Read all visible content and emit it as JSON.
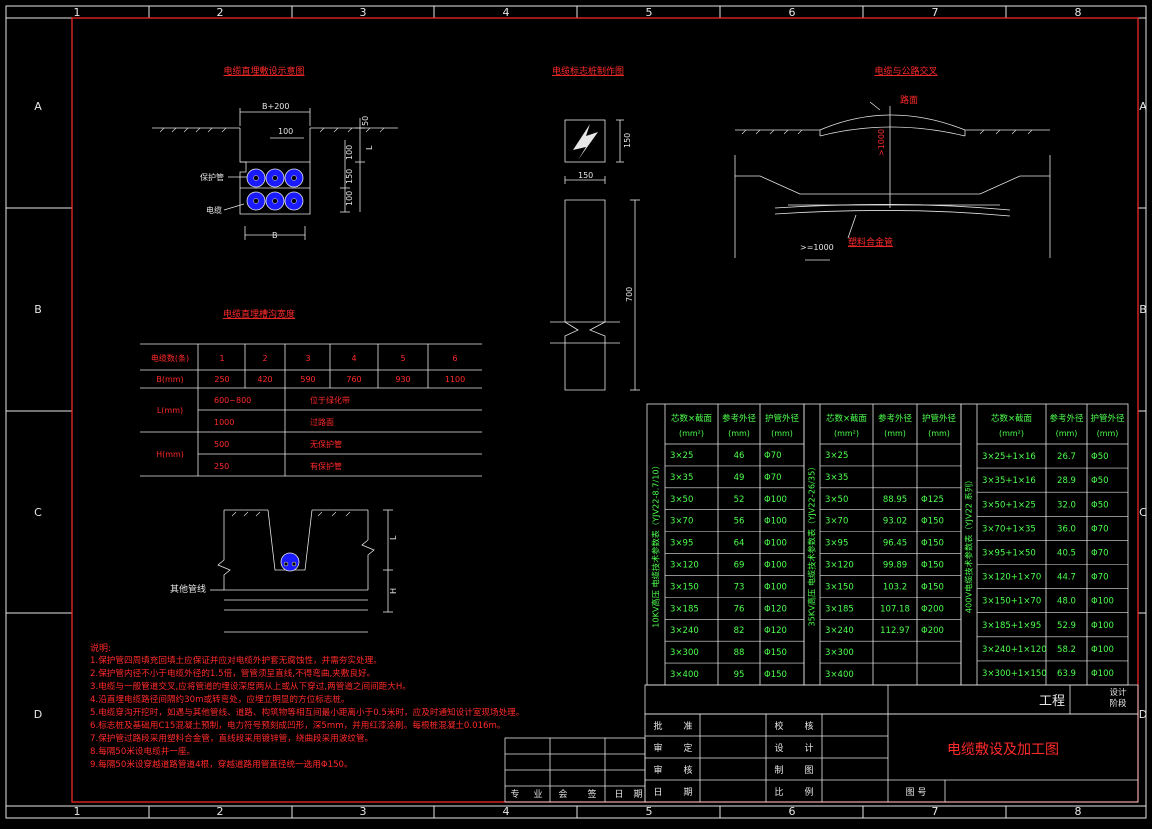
{
  "grid": {
    "columns": [
      "1",
      "2",
      "3",
      "4",
      "5",
      "6",
      "7",
      "8"
    ],
    "rows": [
      "A",
      "B",
      "C",
      "D"
    ]
  },
  "colors": {
    "frame": "#ff2a2a",
    "line": "#e6e6e6",
    "title": "#ff2a2a",
    "table_text": "#4dff4d",
    "pipe": "#1a1aff"
  },
  "section1": {
    "title": "电缆直埋敷设示意图",
    "dim_top": "B+200",
    "dim_100": "100",
    "dim_50": "50",
    "dim_L": "L",
    "dim_v1": "100",
    "dim_v2": "150",
    "dim_v3": "100",
    "label_pipe": "保护管",
    "label_cable": "电缆",
    "dim_B": "B"
  },
  "section2": {
    "title": "电缆标志桩制作图",
    "dim_150a": "150",
    "dim_150b": "150",
    "dim_700": "700"
  },
  "section3": {
    "title": "电缆与公路交叉",
    "label_road": "路面",
    "dim_1000v": ">1000",
    "dim_1000h": ">=1000",
    "label_pipe": "塑料合金管"
  },
  "trench": {
    "title": "电缆直埋槽沟宽度",
    "h_count": "电缆数(条)",
    "counts": [
      "1",
      "2",
      "3",
      "4",
      "5",
      "6"
    ],
    "h_B": "B(mm)",
    "widths": [
      "250",
      "420",
      "590",
      "760",
      "930",
      "1100"
    ],
    "h_L": "L(mm)",
    "L_rows": [
      {
        "v": "600~800",
        "d": "位于绿化带"
      },
      {
        "v": "1000",
        "d": "过路面"
      }
    ],
    "h_H": "H(mm)",
    "H_rows": [
      {
        "v": "500",
        "d": "无保护管"
      },
      {
        "v": "250",
        "d": "有保护管"
      }
    ]
  },
  "crossing": {
    "label_other": "其他管线",
    "dim_L": "L",
    "dim_H": "H"
  },
  "notes": {
    "title": "说明:",
    "items": [
      "1.保护管四周填充回填土应保证并应对电缆外护套无腐蚀性，并需夯实处理。",
      "2.保护管内径不小于电缆外径的1.5倍，管管须呈直线,不得弯曲,夹敷良好。",
      "3.电缆与一般管道交叉,应将管道的埋设深度两从上或从下穿过,两管道之间间距大H。",
      "4.沿直埋电缆路径间隔约30m或转弯处，应埋立明显的方位标志桩。",
      "5.电缆穿沟开挖时，如遇与其他管线、道路、构筑物等相互间最小距离小于0.5米时，应及时通知设计室现场处理。",
      "6.标志桩及基础用C15混凝土预制，电力符号预刻成凹形，深5mm，并用红漆涂刷。每根桩混凝土0.016m。",
      "7.保护管过路段采用塑料合金管，直线段采用镀锌管，绕曲段采用波纹管。",
      "8.每隔50米设电缆井一座。",
      "9.每隔50米设穿越道路管道4根，穿越道路用管直径统一选用Φ150。"
    ]
  },
  "cable_table": {
    "headers": [
      "芯数×截面",
      "参考外径",
      "护管外径"
    ],
    "units1": [
      "(mm²)",
      "(mm)",
      "(mm)"
    ],
    "units2": [
      "(mm²)",
      "(mm)",
      "(mm)"
    ],
    "units3": [
      "(mm²)",
      "(mm)",
      "(mm)"
    ],
    "group1_label": "10KV高压 电缆技术参数表（YJV22-8.7/10）",
    "group2_label": "35KV高压 电缆技术参数表（YJV22-26/35）",
    "group3_label": "400V电缆技术参数表（YJV22 系列）",
    "group1": [
      [
        "3×25",
        "46",
        "Φ70"
      ],
      [
        "3×35",
        "49",
        "Φ70"
      ],
      [
        "3×50",
        "52",
        "Φ100"
      ],
      [
        "3×70",
        "56",
        "Φ100"
      ],
      [
        "3×95",
        "64",
        "Φ100"
      ],
      [
        "3×120",
        "69",
        "Φ100"
      ],
      [
        "3×150",
        "73",
        "Φ100"
      ],
      [
        "3×185",
        "76",
        "Φ120"
      ],
      [
        "3×240",
        "82",
        "Φ120"
      ],
      [
        "3×300",
        "88",
        "Φ150"
      ],
      [
        "3×400",
        "95",
        "Φ150"
      ]
    ],
    "group2": [
      [
        "3×25",
        "",
        ""
      ],
      [
        "3×35",
        "",
        ""
      ],
      [
        "3×50",
        "88.95",
        "Φ125"
      ],
      [
        "3×70",
        "93.02",
        "Φ150"
      ],
      [
        "3×95",
        "96.45",
        "Φ150"
      ],
      [
        "3×120",
        "99.89",
        "Φ150"
      ],
      [
        "3×150",
        "103.2",
        "Φ150"
      ],
      [
        "3×185",
        "107.18",
        "Φ200"
      ],
      [
        "3×240",
        "112.97",
        "Φ200"
      ],
      [
        "3×300",
        "",
        ""
      ],
      [
        "3×400",
        "",
        ""
      ]
    ],
    "group3": [
      [
        "3×25+1×16",
        "26.7",
        "Φ50"
      ],
      [
        "3×35+1×16",
        "28.9",
        "Φ50"
      ],
      [
        "3×50+1×25",
        "32.0",
        "Φ50"
      ],
      [
        "3×70+1×35",
        "36.0",
        "Φ70"
      ],
      [
        "3×95+1×50",
        "40.5",
        "Φ70"
      ],
      [
        "3×120+1×70",
        "44.7",
        "Φ70"
      ],
      [
        "3×150+1×70",
        "48.0",
        "Φ100"
      ],
      [
        "3×185+1×95",
        "52.9",
        "Φ100"
      ],
      [
        "3×240+1×120",
        "58.2",
        "Φ100"
      ],
      [
        "3×300+1×150",
        "63.9",
        "Φ100"
      ]
    ]
  },
  "title_block": {
    "left_rows": [
      [
        "批",
        "准"
      ],
      [
        "审",
        "定"
      ],
      [
        "审",
        "核"
      ],
      [
        "日",
        "期"
      ]
    ],
    "mid_rows": [
      [
        "校",
        "核"
      ],
      [
        "设",
        "计"
      ],
      [
        "制",
        "图"
      ],
      [
        "比",
        "例"
      ]
    ],
    "project": "工程",
    "stage": "设计阶段",
    "drawing_title": "电缆敷设及加工图",
    "drawing_no": "图  号"
  },
  "sign_block": {
    "cells": [
      "专",
      "业",
      "会",
      "签",
      "日",
      "期"
    ]
  }
}
